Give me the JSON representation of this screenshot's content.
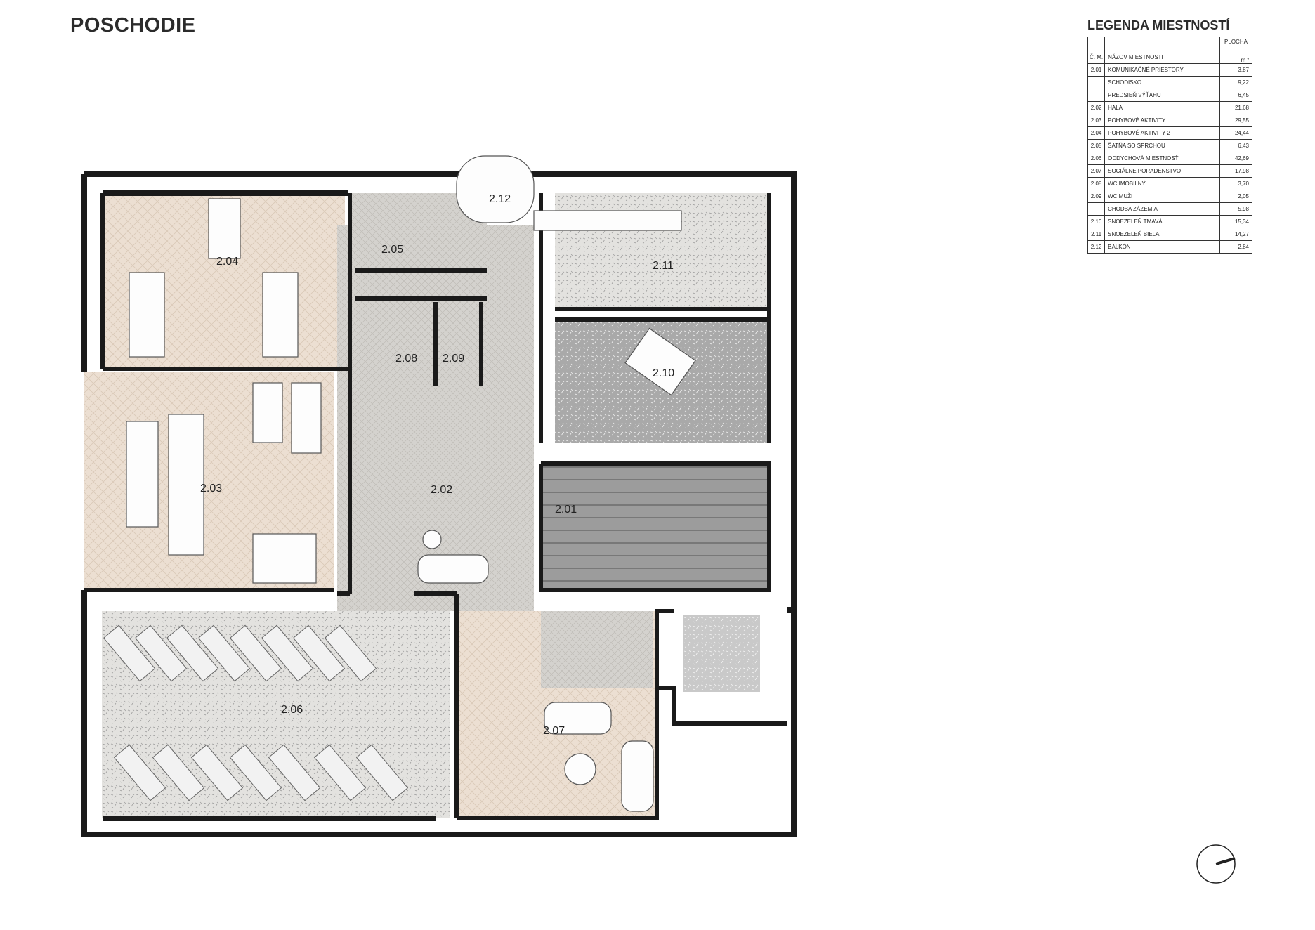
{
  "title": "POSCHODIE",
  "legend": {
    "title": "LEGENDA MIESTNOSTÍ",
    "header": {
      "number": "Č. M.",
      "name": "NÁZOV MIESTNOSTI",
      "area": "PLOCHA",
      "unit": "m ²"
    },
    "rows": [
      {
        "number": "2.01",
        "name": "KOMUNIKAČNÉ PRIESTORY",
        "area": "3,87"
      },
      {
        "number": "",
        "name": "SCHODISKO",
        "area": "9,22"
      },
      {
        "number": "",
        "name": "PREDSIEŇ VÝŤAHU",
        "area": "6,45"
      },
      {
        "number": "2.02",
        "name": "HALA",
        "area": "21,68"
      },
      {
        "number": "2.03",
        "name": "POHYBOVÉ AKTIVITY",
        "area": "29,55"
      },
      {
        "number": "2.04",
        "name": "POHYBOVÉ AKTIVITY 2",
        "area": "24,44"
      },
      {
        "number": "2.05",
        "name": "ŠATŇA SO SPRCHOU",
        "area": "6,43"
      },
      {
        "number": "2.06",
        "name": "ODDYCHOVÁ MIESTNOSŤ",
        "area": "42,69"
      },
      {
        "number": "2.07",
        "name": "SOCIÁLNE PORADENSTVO",
        "area": "17,98"
      },
      {
        "number": "2.08",
        "name": "WC IMOBILNÝ",
        "area": "3,70"
      },
      {
        "number": "2.09",
        "name": "WC MUŽI",
        "area": "2,05"
      },
      {
        "number": "",
        "name": "CHODBA ZÁZEMIA",
        "area": "5,98"
      },
      {
        "number": "2.10",
        "name": "SNOEZELEŇ TMAVÁ",
        "area": "15,34"
      },
      {
        "number": "2.11",
        "name": "SNOEZELEŇ BIELA",
        "area": "14,27"
      },
      {
        "number": "2.12",
        "name": "BALKÓN",
        "area": "2,84"
      }
    ]
  },
  "plan": {
    "room_labels": {
      "r201": "2.01",
      "r202": "2.02",
      "r203": "2.03",
      "r204": "2.04",
      "r205": "2.05",
      "r206": "2.06",
      "r207": "2.07",
      "r208": "2.08",
      "r209": "2.09",
      "r210": "2.10",
      "r211": "2.11",
      "r212": "2.12"
    },
    "colors": {
      "wall": "#1a1a1a",
      "wood_floor": "#ecdfd2",
      "tile_floor": "#d9d7d3",
      "light_stone": "#e6e5e2",
      "dark_stone": "#a9a9a9",
      "medium_stone": "#c5c5c5",
      "stair_gray": "#9c9c9c",
      "cream": "#ebe8df"
    },
    "north_arrow_icon": "compass-icon"
  }
}
